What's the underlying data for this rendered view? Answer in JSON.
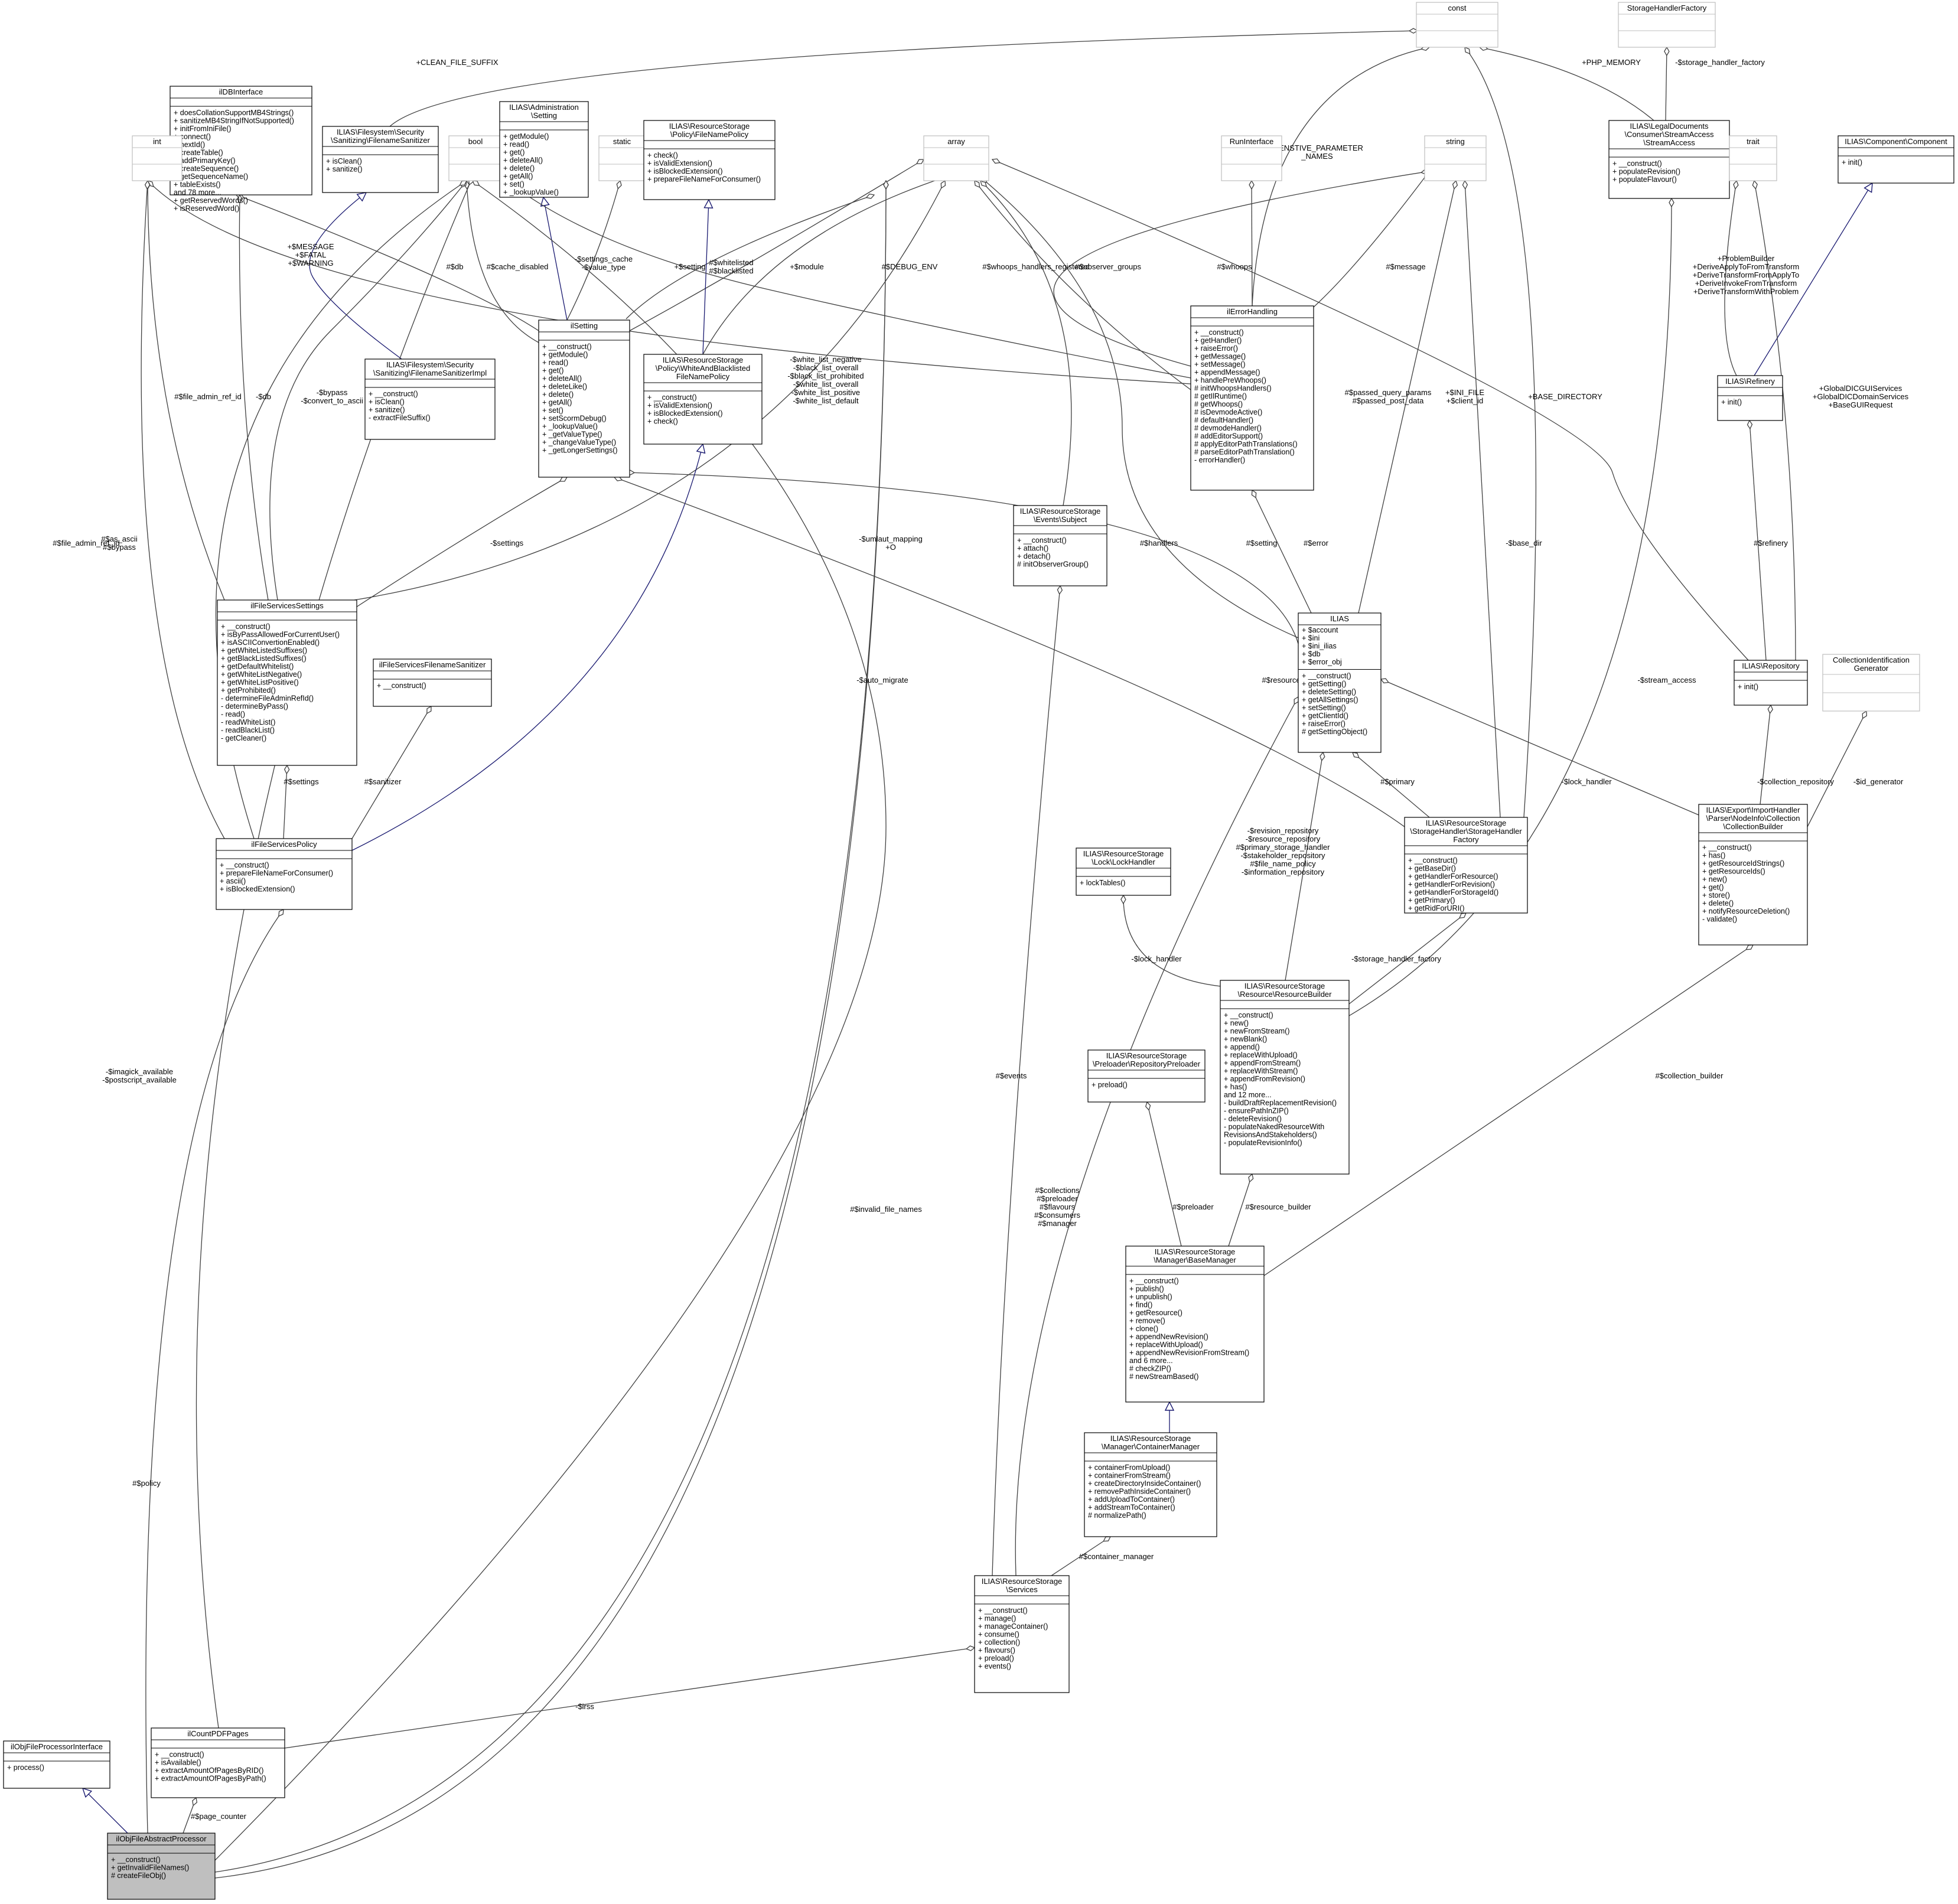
{
  "nodes": [
    {
      "key": "const",
      "title": [
        "const"
      ],
      "attrs": [],
      "methods": [],
      "placeholder": true
    },
    {
      "key": "StorageHandlerFactory",
      "title": [
        "StorageHandlerFactory"
      ],
      "attrs": [],
      "methods": [],
      "placeholder": true
    },
    {
      "key": "ilDBInterface",
      "title": [
        "ilDBInterface"
      ],
      "attrs": [],
      "methods": [
        "+ doesCollationSupportMB4Strings()",
        "+ sanitizeMB4StringIfNotSupported()",
        "+ initFromIniFile()",
        "+ connect()",
        "+ nextId()",
        "+ createTable()",
        "+ addPrimaryKey()",
        "+ createSequence()",
        "+ getSequenceName()",
        "+ tableExists()",
        "and 78 more...",
        "+ getReservedWords()",
        "+ isReservedWord()"
      ]
    },
    {
      "key": "FilenameSanitizer",
      "title": [
        "ILIAS\\Filesystem\\Security",
        "\\Sanitizing\\FilenameSanitizer"
      ],
      "attrs": [],
      "methods": [
        "+ isClean()",
        "+ sanitize()"
      ]
    },
    {
      "key": "int",
      "title": [
        "int"
      ],
      "attrs": [],
      "methods": [],
      "placeholder": true
    },
    {
      "key": "bool",
      "title": [
        "bool"
      ],
      "attrs": [],
      "methods": [],
      "placeholder": true
    },
    {
      "key": "AdminSetting",
      "title": [
        "ILIAS\\Administration",
        "\\Setting"
      ],
      "attrs": [],
      "methods": [
        "+ getModule()",
        "+ read()",
        "+ get()",
        "+ deleteAll()",
        "+ delete()",
        "+ getAll()",
        "+ set()",
        "+ _lookupValue()"
      ]
    },
    {
      "key": "static",
      "title": [
        "static"
      ],
      "attrs": [],
      "methods": [],
      "placeholder": true
    },
    {
      "key": "FileNamePolicy",
      "title": [
        "ILIAS\\ResourceStorage",
        "\\Policy\\FileNamePolicy"
      ],
      "attrs": [],
      "methods": [
        "+ check()",
        "+ isValidExtension()",
        "+ isBlockedExtension()",
        "+ prepareFileNameForConsumer()"
      ]
    },
    {
      "key": "array",
      "title": [
        "array"
      ],
      "attrs": [],
      "methods": [],
      "placeholder": true
    },
    {
      "key": "RunInterface",
      "title": [
        "RunInterface"
      ],
      "attrs": [],
      "methods": [],
      "placeholder": true
    },
    {
      "key": "string",
      "title": [
        "string"
      ],
      "attrs": [],
      "methods": [],
      "placeholder": true
    },
    {
      "key": "StreamAccess",
      "title": [
        "ILIAS\\LegalDocuments",
        "\\Consumer\\StreamAccess",
        "\\StreamAccess"
      ],
      "attrs": [],
      "methods": [
        "+ __construct()",
        "+ populateRevision()",
        "+ populateFlavour()"
      ]
    },
    {
      "key": "trait",
      "title": [
        "trait"
      ],
      "attrs": [],
      "methods": [],
      "placeholder": true
    },
    {
      "key": "Component",
      "title": [
        "ILIAS\\Component\\Component"
      ],
      "attrs": [],
      "methods": [
        "+ init()"
      ]
    },
    {
      "key": "FilenameSanitizerImpl",
      "title": [
        "ILIAS\\Filesystem\\Security",
        "\\Sanitizing\\FilenameSanitizerImpl"
      ],
      "attrs": [],
      "methods": [
        "+ __construct()",
        "+ isClean()",
        "+ sanitize()",
        "- extractFileSuffix()"
      ]
    },
    {
      "key": "ilSetting",
      "title": [
        "ilSetting"
      ],
      "attrs": [],
      "methods": [
        "+ __construct()",
        "+ getModule()",
        "+ read()",
        "+ get()",
        "+ deleteAll()",
        "+ deleteLike()",
        "+ delete()",
        "+ getAll()",
        "+ set()",
        "+ setScormDebug()",
        "+ _lookupValue()",
        "+ _getValueType()",
        "+ _changeValueType()",
        "+ _getLongerSettings()"
      ]
    },
    {
      "key": "WhiteAndBlacklisted",
      "title": [
        "ILIAS\\ResourceStorage",
        "\\Policy\\WhiteAndBlacklisted",
        "FileNamePolicy"
      ],
      "attrs": [],
      "methods": [
        "+ __construct()",
        "+ isValidExtension()",
        "+ isBlockedExtension()",
        "+ check()"
      ]
    },
    {
      "key": "ilErrorHandling",
      "title": [
        "ilErrorHandling"
      ],
      "attrs": [],
      "methods": [
        "+ __construct()",
        "+ getHandler()",
        "+ raiseError()",
        "+ getMessage()",
        "+ setMessage()",
        "+ appendMessage()",
        "+ handlePreWhoops()",
        "# initWhoopsHandlers()",
        "# getIlRuntime()",
        "# getWhoops()",
        "# isDevmodeActive()",
        "# defaultHandler()",
        "# devmodeHandler()",
        "# addEditorSupport()",
        "# applyEditorPathTranslations()",
        "# parseEditorPathTranslation()",
        "- errorHandler()"
      ]
    },
    {
      "key": "Refinery",
      "title": [
        "ILIAS\\Refinery"
      ],
      "attrs": [],
      "methods": [
        "+ init()"
      ]
    },
    {
      "key": "EventsSubject",
      "title": [
        "ILIAS\\ResourceStorage",
        "\\Events\\Subject"
      ],
      "attrs": [],
      "methods": [
        "+ __construct()",
        "+ attach()",
        "+ detach()",
        "# initObserverGroup()"
      ]
    },
    {
      "key": "ilFileServicesSettings",
      "title": [
        "ilFileServicesSettings"
      ],
      "attrs": [],
      "methods": [
        "+ __construct()",
        "+ isByPassAllowedForCurrentUser()",
        "+ isASCIIConvertionEnabled()",
        "+ getWhiteListedSuffixes()",
        "+ getBlackListedSuffixes()",
        "+ getDefaultWhitelist()",
        "+ getWhiteListNegative()",
        "+ getWhiteListPositive()",
        "+ getProhibited()",
        "- determineFileAdminRefId()",
        "- determineByPass()",
        "- read()",
        "- readWhiteList()",
        "- readBlackList()",
        "- getCleaner()"
      ]
    },
    {
      "key": "ILIAS",
      "title": [
        "ILIAS"
      ],
      "attrs": [
        "+ $account",
        "+ $ini",
        "+ $ini_ilias",
        "+ $db",
        "+ $error_obj"
      ],
      "methods": [
        "+ __construct()",
        "+ getSetting()",
        "+ deleteSetting()",
        "+ getAllSettings()",
        "+ setSetting()",
        "+ getClientId()",
        "+ raiseError()",
        "# getSettingObject()"
      ]
    },
    {
      "key": "Repository",
      "title": [
        "ILIAS\\Repository"
      ],
      "attrs": [],
      "methods": [
        "+ init()"
      ]
    },
    {
      "key": "CollectionIdGen",
      "title": [
        "CollectionIdentification",
        "Generator"
      ],
      "attrs": [],
      "methods": [],
      "placeholder": true
    },
    {
      "key": "ilFileServicesFilenameSanitizer",
      "title": [
        "ilFileServicesFilenameSanitizer"
      ],
      "attrs": [],
      "methods": [
        "+ __construct()"
      ]
    },
    {
      "key": "ilFileServicesPolicy",
      "title": [
        "ilFileServicesPolicy"
      ],
      "attrs": [],
      "methods": [
        "+ __construct()",
        "+ prepareFileNameForConsumer()",
        "+ ascii()",
        "+ isBlockedExtension()"
      ]
    },
    {
      "key": "StorageHandlerFactoryRS",
      "title": [
        "ILIAS\\ResourceStorage",
        "\\StorageHandler\\StorageHandler",
        "Factory"
      ],
      "attrs": [],
      "methods": [
        "+ __construct()",
        "+ getBaseDir()",
        "+ getHandlerForResource()",
        "+ getHandlerForRevision()",
        "+ getHandlerForStorageId()",
        "+ getPrimary()",
        "+ getRidForURI()"
      ]
    },
    {
      "key": "CollectionBuilder",
      "title": [
        "ILIAS\\Export\\ImportHandler",
        "\\Parser\\NodeInfo\\Collection",
        "\\CollectionBuilder"
      ],
      "attrs": [],
      "methods": [
        "+ __construct()",
        "+ has()",
        "+ getResourceIdStrings()",
        "+ getResourceIds()",
        "+ new()",
        "+ get()",
        "+ store()",
        "+ delete()",
        "+ notifyResourceDeletion()",
        "- validate()"
      ]
    },
    {
      "key": "LockHandler",
      "title": [
        "ILIAS\\ResourceStorage",
        "\\Lock\\LockHandler"
      ],
      "attrs": [],
      "methods": [
        "+ lockTables()"
      ]
    },
    {
      "key": "ResourceBuilder",
      "title": [
        "ILIAS\\ResourceStorage",
        "\\Resource\\ResourceBuilder"
      ],
      "attrs": [],
      "methods": [
        "+ __construct()",
        "+ new()",
        "+ newFromStream()",
        "+ newBlank()",
        "+ append()",
        "+ replaceWithUpload()",
        "+ appendFromStream()",
        "+ replaceWithStream()",
        "+ appendFromRevision()",
        "+ has()",
        "and 12 more...",
        "- buildDraftReplacementRevision()",
        "- ensurePathInZIP()",
        "- deleteRevision()",
        "- populateNakedResourceWith",
        "RevisionsAndStakeholders()",
        "- populateRevisionInfo()"
      ]
    },
    {
      "key": "RepositoryPreloader",
      "title": [
        "ILIAS\\ResourceStorage",
        "\\Preloader\\RepositoryPreloader"
      ],
      "attrs": [],
      "methods": [
        "+ preload()"
      ]
    },
    {
      "key": "BaseManager",
      "title": [
        "ILIAS\\ResourceStorage",
        "\\Manager\\BaseManager"
      ],
      "attrs": [],
      "methods": [
        "+ __construct()",
        "+ publish()",
        "+ unpublish()",
        "+ find()",
        "+ getResource()",
        "+ remove()",
        "+ clone()",
        "+ appendNewRevision()",
        "+ replaceWithUpload()",
        "+ appendNewRevisionFromStream()",
        "and 6 more...",
        "# checkZIP()",
        "# newStreamBased()"
      ]
    },
    {
      "key": "ContainerManager",
      "title": [
        "ILIAS\\ResourceStorage",
        "\\Manager\\ContainerManager"
      ],
      "attrs": [],
      "methods": [
        "+ containerFromUpload()",
        "+ containerFromStream()",
        "+ createDirectoryInsideContainer()",
        "+ removePathInsideContainer()",
        "+ addUploadToContainer()",
        "+ addStreamToContainer()",
        "# normalizePath()"
      ]
    },
    {
      "key": "Services",
      "title": [
        "ILIAS\\ResourceStorage",
        "\\Services"
      ],
      "attrs": [],
      "methods": [
        "+ __construct()",
        "+ manage()",
        "+ manageContainer()",
        "+ consume()",
        "+ collection()",
        "+ flavours()",
        "+ preload()",
        "+ events()"
      ]
    },
    {
      "key": "ilObjFileProcessorInterface",
      "title": [
        "ilObjFileProcessorInterface"
      ],
      "attrs": [],
      "methods": [
        "+ process()"
      ]
    },
    {
      "key": "ilCountPDFPages",
      "title": [
        "ilCountPDFPages"
      ],
      "attrs": [],
      "methods": [
        "+ __construct()",
        "+ isAvailable()",
        "+ extractAmountOfPagesByRID()",
        "+ extractAmountOfPagesByPath()"
      ]
    },
    {
      "key": "ilObjFileAbstractProcessor",
      "title": [
        "ilObjFileAbstractProcessor"
      ],
      "attrs": [],
      "methods": [
        "+ __construct()",
        "+ getInvalidFileNames()",
        "# createFileObj()"
      ],
      "highlight": true
    }
  ],
  "edge_labels": [
    "+CLEAN_FILE_SUFFIX",
    "+PHP_MEMORY",
    "-$storage_handler_factory",
    "-SENSTIVE_PARAMETER\n_NAMES",
    "+$MESSAGE\n+$FATAL\n+$WARNING",
    "#$db",
    "#$cache_disabled",
    "-$settings_cache\n-$value_type",
    "+$setting",
    "#$whitelisted\n#$blacklisted",
    "+$module",
    "#$DEBUG_ENV",
    "#$whoops_handlers_registered",
    "#$observer_groups",
    "#$whoops",
    "#$message",
    "+ProblemBuilder\n+DeriveApplyToFromTransform\n+DeriveTransformFromApplyTo\n+DeriveInvokeFromTransform\n+DeriveTransformWithProblem",
    "-$bypass\n-$convert_to_ascii",
    "-$db",
    "#$file_admin_ref_id",
    "-$white_list_negative\n-$black_list_overall\n-$black_list_prohibited\n-$white_list_overall\n-$white_list_positive\n-$white_list_default",
    "#$passed_query_params\n#$passed_post_data",
    "+$INI_FILE\n+$client_id",
    "+BASE_DIRECTORY",
    "+GlobalDICGUIServices\n+GlobalDICDomainServices\n+BaseGUIRequest",
    "-$settings",
    "-$umlaut_mapping\n+O",
    "#$handlers",
    "#$setting",
    "#$error",
    "-$base_dir",
    "#$refinery",
    "#$file_admin_ref_id",
    "#$as_ascii\n#$bypass",
    "-$auto_migrate",
    "#$resource_cache",
    "-$stream_access",
    "#$primary",
    "-$lock_handler",
    "-$collection_repository",
    "-$id_generator",
    "#$settings",
    "#$sanitizer",
    "-$revision_repository\n-$resource_repository\n#$primary_storage_handler\n-$stakeholder_repository\n#$file_name_policy\n-$information_repository",
    "-$lock_handler",
    "-$storage_handler_factory",
    "-$imagick_available\n-$postscript_available",
    "#$collection_builder",
    "#$events",
    "#$collections\n#$preloader\n#$flavours\n#$consumers\n#$manager",
    "#$invalid_file_names",
    "#$preloader",
    "#$resource_builder",
    "#$policy",
    "#$container_manager",
    "-$irss",
    "#$page_counter"
  ]
}
